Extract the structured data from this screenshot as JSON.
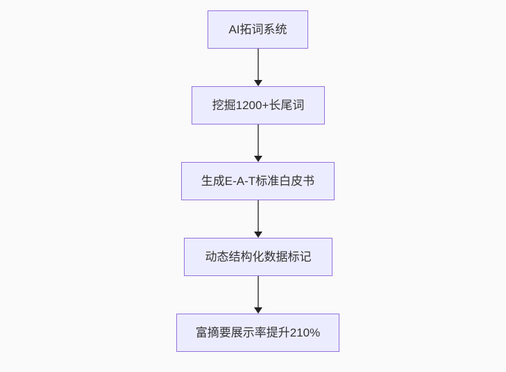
{
  "diagram": {
    "type": "flowchart",
    "direction": "top-down",
    "nodes": [
      {
        "id": "step-1",
        "label": "AI拓词系统"
      },
      {
        "id": "step-2",
        "label": "挖掘1200+长尾词"
      },
      {
        "id": "step-3",
        "label": "生成E-A-T标准白皮书"
      },
      {
        "id": "step-4",
        "label": "动态结构化数据标记"
      },
      {
        "id": "step-5",
        "label": "富摘要展示率提升210%"
      }
    ],
    "edges": [
      {
        "from": "step-1",
        "to": "step-2",
        "arrow": "down"
      },
      {
        "from": "step-2",
        "to": "step-3",
        "arrow": "down"
      },
      {
        "from": "step-3",
        "to": "step-4",
        "arrow": "down"
      },
      {
        "from": "step-4",
        "to": "step-5",
        "arrow": "down"
      }
    ],
    "colors": {
      "background": "#fafafa",
      "node_fill": "#ECECFF",
      "node_border": "#9370DB",
      "text": "#333333",
      "arrow_shaft": "#6b6b6b",
      "arrow_head": "#222222"
    }
  }
}
